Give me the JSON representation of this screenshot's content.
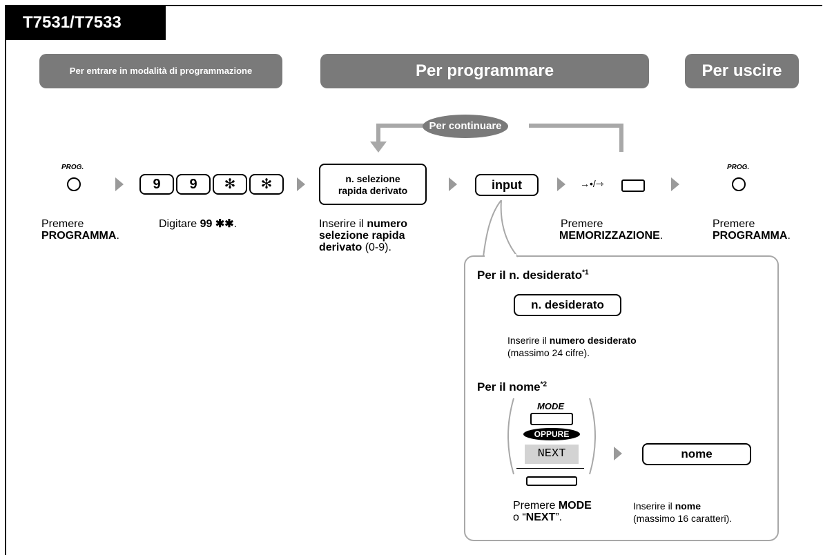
{
  "header": {
    "model": "T7531/T7533"
  },
  "sections": {
    "enter": "Per entrare in modalità di programmazione",
    "program": "Per programmare",
    "exit": "Per uscire"
  },
  "continue_label": "Per continuare",
  "keys": {
    "prog_label": "PROG.",
    "digit1": "9",
    "digit2": "9",
    "star1": "✻",
    "star2": "✻",
    "speed_dial_line1": "n. selezione",
    "speed_dial_line2": "rapida derivato",
    "input": "input",
    "store_symbol": "→•/⇾",
    "desired_number": "n. desiderato",
    "mode": "MODE",
    "oppure": "OPPURE",
    "next": "NEXT",
    "name": "nome"
  },
  "steps": {
    "press1": "Premere",
    "programma1": "PROGRAMMA",
    "period1": ".",
    "digitare": "Digitare ",
    "digit_code": "99 ✱✱",
    "period2": ".",
    "insert1": "Inserire il ",
    "numero": "numero",
    "selezione_rapida": "selezione rapida",
    "derivato": "derivato",
    "range": " (0-9).",
    "press_store": "Premere",
    "memorizzazione": "MEMORIZZAZIONE",
    "period3": ".",
    "press2": "Premere",
    "programma2": "PROGRAMMA",
    "period4": "."
  },
  "callout": {
    "desired_title": "Per il n. desiderato",
    "desired_sup": "*1",
    "desired_insert": "Inserire il ",
    "desired_bold": "numero desiderato",
    "desired_max": "(massimo 24 cifre).",
    "name_title": "Per il nome",
    "name_sup": "*2",
    "press": "Premere ",
    "mode_bold": "MODE",
    "o": "o “",
    "next_bold": "NEXT",
    "o_end": "”.",
    "name_insert": "Inserire il ",
    "name_bold": "nome",
    "name_max": "(massimo 16 caratteri)."
  },
  "colors": {
    "section_gray": "#7a7a7a",
    "line_gray": "#a8a8a8",
    "arrow_gray": "#9a9a9a"
  }
}
